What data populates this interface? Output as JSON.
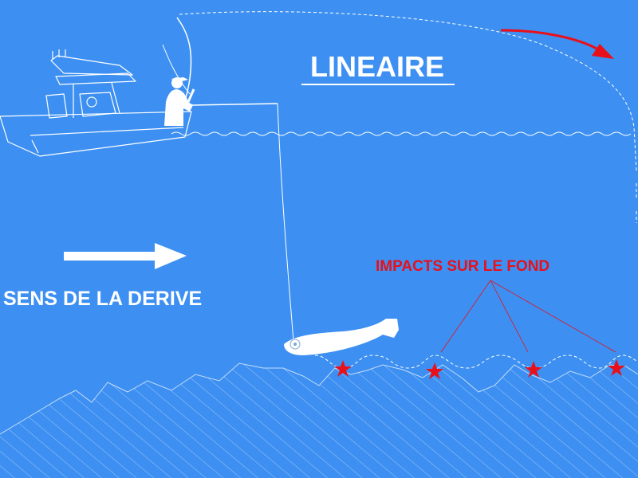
{
  "title": "LINEAIRE",
  "drift_label": "SENS DE LA DERIVE",
  "impacts_label": "IMPACTS SUR LE FOND",
  "colors": {
    "background": "#3d90f2",
    "line_white": "#ffffff",
    "impact_red": "#e8101a",
    "seabed_hatch": "#9cc6f7"
  },
  "icons": {
    "boat": "center-console-boat-icon",
    "angler": "angler-icon",
    "lure": "soft-shad-lure-icon",
    "impact": "star-icon",
    "drift_arrow": "arrow-right-icon",
    "cast_arrow": "curved-arrow-icon"
  }
}
